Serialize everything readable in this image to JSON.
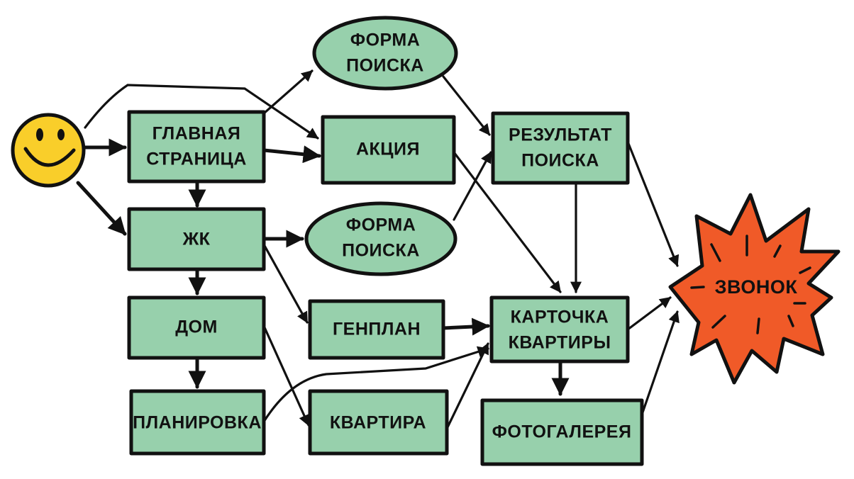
{
  "colors": {
    "node_fill": "#97D0AC",
    "smiley": "#F9CE2A",
    "goal": "#F05A28",
    "stroke": "#111111"
  },
  "nodes": {
    "main": {
      "line1": "ГЛАВНАЯ",
      "line2": "СТРАНИЦА"
    },
    "action": {
      "label": "АКЦИЯ"
    },
    "search_form_1": {
      "line1": "ФОРМА",
      "line2": "ПОИСКА"
    },
    "search_result": {
      "line1": "РЕЗУЛЬТАТ",
      "line2": "ПОИСКА"
    },
    "complex": {
      "label": "ЖК"
    },
    "search_form_2": {
      "line1": "ФОРМА",
      "line2": "ПОИСКА"
    },
    "house": {
      "label": "ДОМ"
    },
    "masterplan": {
      "label": "ГЕНПЛАН"
    },
    "apartment_card": {
      "line1": "КАРТОЧКА",
      "line2": "КВАРТИРЫ"
    },
    "layout": {
      "label": "ПЛАНИРОВКА"
    },
    "apartment": {
      "label": "КВАРТИРА"
    },
    "gallery": {
      "label": "ФОТОГАЛЕРЕЯ"
    },
    "call": {
      "label": "ЗВОНОК"
    }
  }
}
